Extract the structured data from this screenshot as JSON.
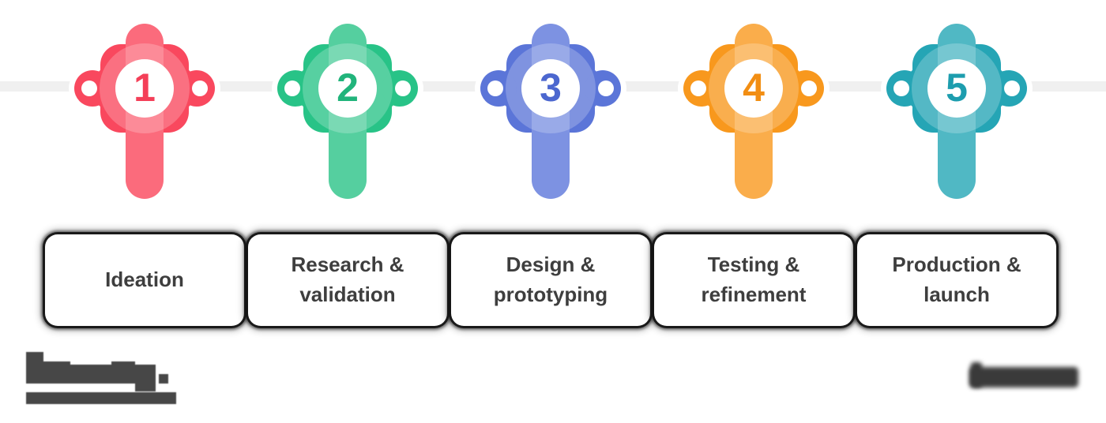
{
  "steps": [
    {
      "number": "1",
      "label": "Ideation",
      "color": "#F9485E",
      "color_light": "#FB6B7C",
      "number_color": "#F43F58"
    },
    {
      "number": "2",
      "label": "Research & validation",
      "color": "#28C387",
      "color_light": "#55CF9F",
      "number_color": "#21B47B"
    },
    {
      "number": "3",
      "label": "Design & prototyping",
      "color": "#5B75D8",
      "color_light": "#7D92E2",
      "number_color": "#4C67CF"
    },
    {
      "number": "4",
      "label": "Testing & refinement",
      "color": "#F8981D",
      "color_light": "#FAAD4B",
      "number_color": "#F28E13"
    },
    {
      "number": "5",
      "label": "Production & launch",
      "color": "#25A5B5",
      "color_light": "#50B8C4",
      "number_color": "#1D9DAE"
    }
  ],
  "timeline": {
    "line_color": "#F0F0F0",
    "dot_color": "#FFFFFF"
  },
  "cards": {
    "background": "#FFFFFF",
    "text_color": "#3E3E3E"
  },
  "watermarks": {
    "left": "illegible pixelated logo with underline",
    "right": "illegible blurred text"
  }
}
